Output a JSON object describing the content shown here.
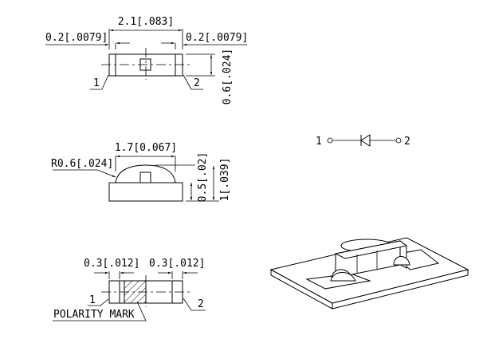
{
  "top_view": {
    "overall_length": "2.1[.083]",
    "left_terminal": "0.2[.0079]",
    "right_terminal": "0.2[.0079]",
    "width": "0.6[.024]",
    "pin1": "1",
    "pin2": "2"
  },
  "side_view": {
    "dome_width": "1.7[0.067]",
    "dome_radius": "R0.6[.024]",
    "base_height": "0.5[.02]",
    "total_height": "1[.039]"
  },
  "bottom_view": {
    "left_pad": "0.3[.012]",
    "right_pad": "0.3[.012]",
    "pin1": "1",
    "pin2": "2",
    "polarity_label": "POLARITY MARK"
  },
  "schematic": {
    "pin1": "1",
    "pin2": "2"
  }
}
